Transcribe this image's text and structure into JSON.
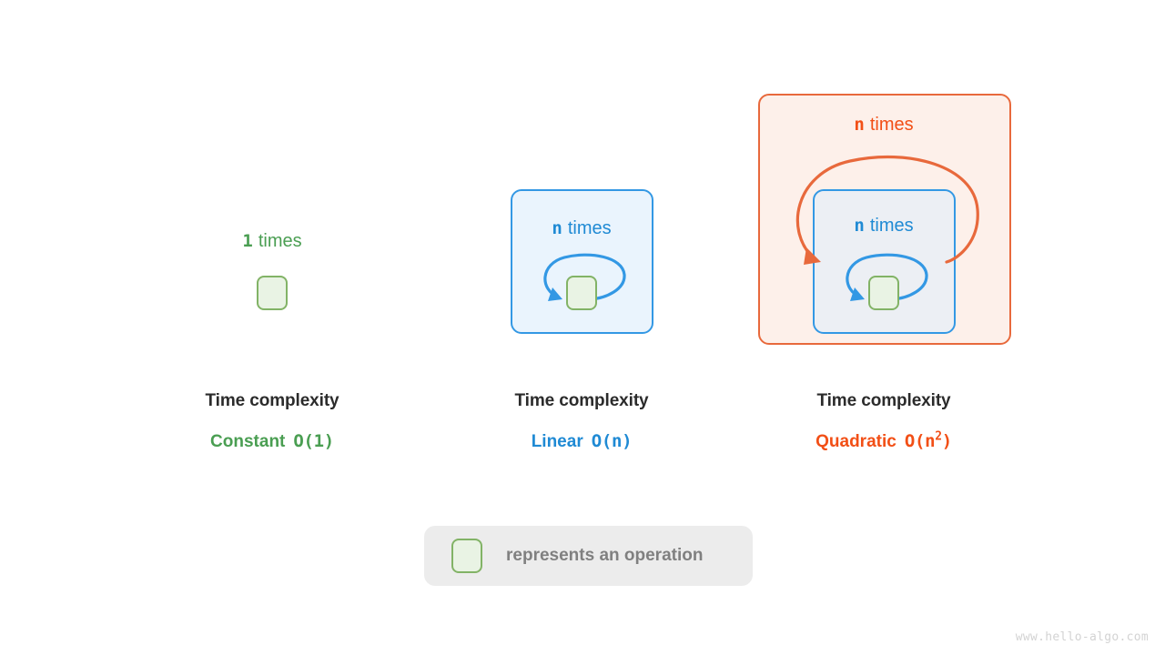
{
  "diagram": {
    "title_watermark": "www.hello-algo.com",
    "caption_heading": "Time complexity",
    "columns": [
      {
        "id": "constant",
        "count_label": "1",
        "times_word": "times",
        "complexity_name": "Constant",
        "big_o_prefix": "O(1)",
        "big_o_base": "O(1)",
        "big_o_exp": "",
        "color": "#4a9e52",
        "nesting_depth": 0
      },
      {
        "id": "linear",
        "count_label": "n",
        "times_word": "times",
        "complexity_name": "Linear",
        "big_o_prefix": "O(n)",
        "big_o_base": "O(n)",
        "big_o_exp": "",
        "color": "#1f8ad4",
        "nesting_depth": 1
      },
      {
        "id": "quadratic",
        "count_label": "n",
        "times_word": "times",
        "complexity_name": "Quadratic",
        "big_o_prefix": "O(n",
        "big_o_base": "O(n",
        "big_o_exp": "2",
        "big_o_suffix": ")",
        "color": "#f24f16",
        "nesting_depth": 2
      }
    ],
    "inner_loop_labels": {
      "quadratic_inner_count": "n",
      "quadratic_inner_word": "times"
    },
    "legend": {
      "text": "represents an operation",
      "swatch_fill": "#e9f3e4",
      "swatch_border": "#82b366",
      "background": "#ececec"
    },
    "palette": {
      "green": "#4a9e52",
      "green_box_border": "#82b366",
      "green_box_fill": "#e9f3e4",
      "blue": "#3398e4",
      "blue_text": "#1f8ad4",
      "blue_fill": "#eaf4fd",
      "blue_fill_nested": "#eceff4",
      "orange": "#e8693c",
      "orange_text": "#f24f16",
      "orange_fill": "#fdf0ea",
      "caption_dark": "#2b2b2b",
      "legend_text": "#808080",
      "watermark": "#d3d3d3"
    }
  }
}
